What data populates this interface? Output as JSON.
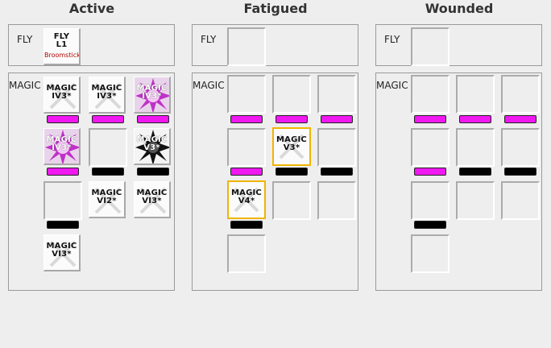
{
  "columns": {
    "active": {
      "title": "Active"
    },
    "fatigued": {
      "title": "Fatigued"
    },
    "wounded": {
      "title": "Wounded"
    }
  },
  "row_labels": {
    "fly": "FLY",
    "magic": "MAGIC"
  },
  "chits": {
    "fly_l1": {
      "line1": "FLY",
      "line2": "L1",
      "sub": "Broomstick"
    },
    "a_iv3_1": {
      "line1": "MAGIC",
      "line2": "IV3*"
    },
    "a_iv3_2": {
      "line1": "MAGIC",
      "line2": "IV3*"
    },
    "a_burst_1": {
      "line1": "MAGIC",
      "line2": "IV3*"
    },
    "a_burst_2": {
      "line1": "MAGIC",
      "line2": "IV3*"
    },
    "a_dark_1": {
      "line1": "MAGIC",
      "line2": "V3*"
    },
    "a_vi2": {
      "line1": "MAGIC",
      "line2": "VI2*"
    },
    "a_vi3_1": {
      "line1": "MAGIC",
      "line2": "VI3*"
    },
    "a_vi3_2": {
      "line1": "MAGIC",
      "line2": "VI3*"
    },
    "f_v3": {
      "line1": "MAGIC",
      "line2": "V3*"
    },
    "f_v4": {
      "line1": "MAGIC",
      "line2": "V4*"
    }
  },
  "colors": {
    "magenta": "#f018f0",
    "selected_border": "#f0b400",
    "panel_bg": "#eeeeee"
  }
}
